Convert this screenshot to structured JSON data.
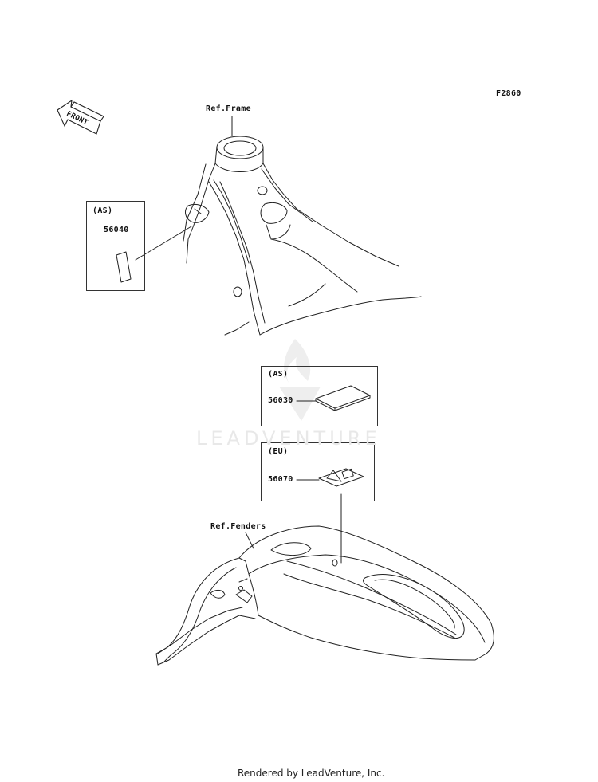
{
  "figure_code": "F2860",
  "front_label": "FRONT",
  "references": {
    "frame": "Ref.Frame",
    "fenders": "Ref.Fenders"
  },
  "callouts": [
    {
      "region": "(AS)",
      "part": "56040"
    },
    {
      "region": "(AS)",
      "part": "56030"
    },
    {
      "region": "(EU)",
      "part": "56070"
    }
  ],
  "watermark": "LEADVENTURE",
  "footer": "Rendered by LeadVenture, Inc."
}
